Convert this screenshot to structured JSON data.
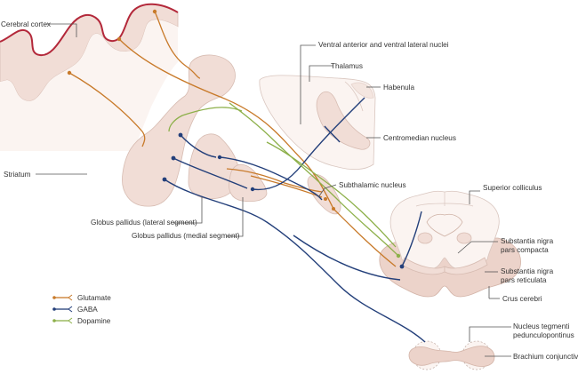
{
  "labels": {
    "cerebral_cortex": "Cerebral cortex",
    "ventral_nuclei": "Ventral anterior and ventral lateral nuclei",
    "thalamus": "Thalamus",
    "habenula": "Habenula",
    "centromedian": "Centromedian nucleus",
    "striatum": "Striatum",
    "subthalamic": "Subthalamic nucleus",
    "superior_colliculus": "Superior colliculus",
    "gp_lateral": "Globus pallidus (lateral segment)",
    "gp_medial": "Globus pallidus (medial segment)",
    "snc_1": "Substantia nigra",
    "snc_2": "pars compacta",
    "snr_1": "Substantia nigra",
    "snr_2": "pars reticulata",
    "crus": "Crus cerebri",
    "ntp_1": "Nucleus tegmenti",
    "ntp_2": "pedunculopontinus",
    "brachium": "Brachium conjunctivum"
  },
  "legend": [
    {
      "label": "Glutamate",
      "color": "#c87a2a"
    },
    {
      "label": "GABA",
      "color": "#233f7a"
    },
    {
      "label": "Dopamine",
      "color": "#8db04a"
    }
  ],
  "colors": {
    "glutamate": "#c87a2a",
    "gaba": "#233f7a",
    "dopamine": "#8db04a",
    "cortex_edge": "#b3283a"
  }
}
